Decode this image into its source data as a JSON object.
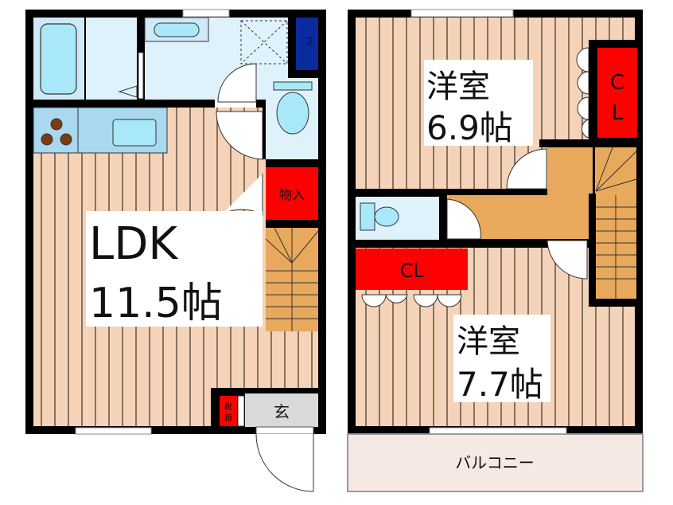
{
  "colors": {
    "wall": "#000000",
    "floor_wood": "#f4d3b8",
    "floor_stripe": "#6b5a4a",
    "wet_area": "#dff1fb",
    "fixture": "#a9e8f8",
    "closet": "#ff0000",
    "stairs_hall": "#e8a95c",
    "pipe_shaft": "#0a2aa0",
    "entrance": "#d9d9d9",
    "balcony": "#f6e9e4"
  },
  "floor1": {
    "ldk_label": "LDK",
    "ldk_size": "11.5帖",
    "storage_label": "物入",
    "pipe_shaft_label": "PS",
    "shoe_box_label": "靴箱",
    "entrance_label": "玄"
  },
  "floor2": {
    "room1_label": "洋室",
    "room1_size": "6.9帖",
    "closet1_label_c": "C",
    "closet1_label_l": "L",
    "closet2_label": "CL",
    "room2_label": "洋室",
    "room2_size": "7.7帖",
    "balcony_label": "バルコニー"
  }
}
